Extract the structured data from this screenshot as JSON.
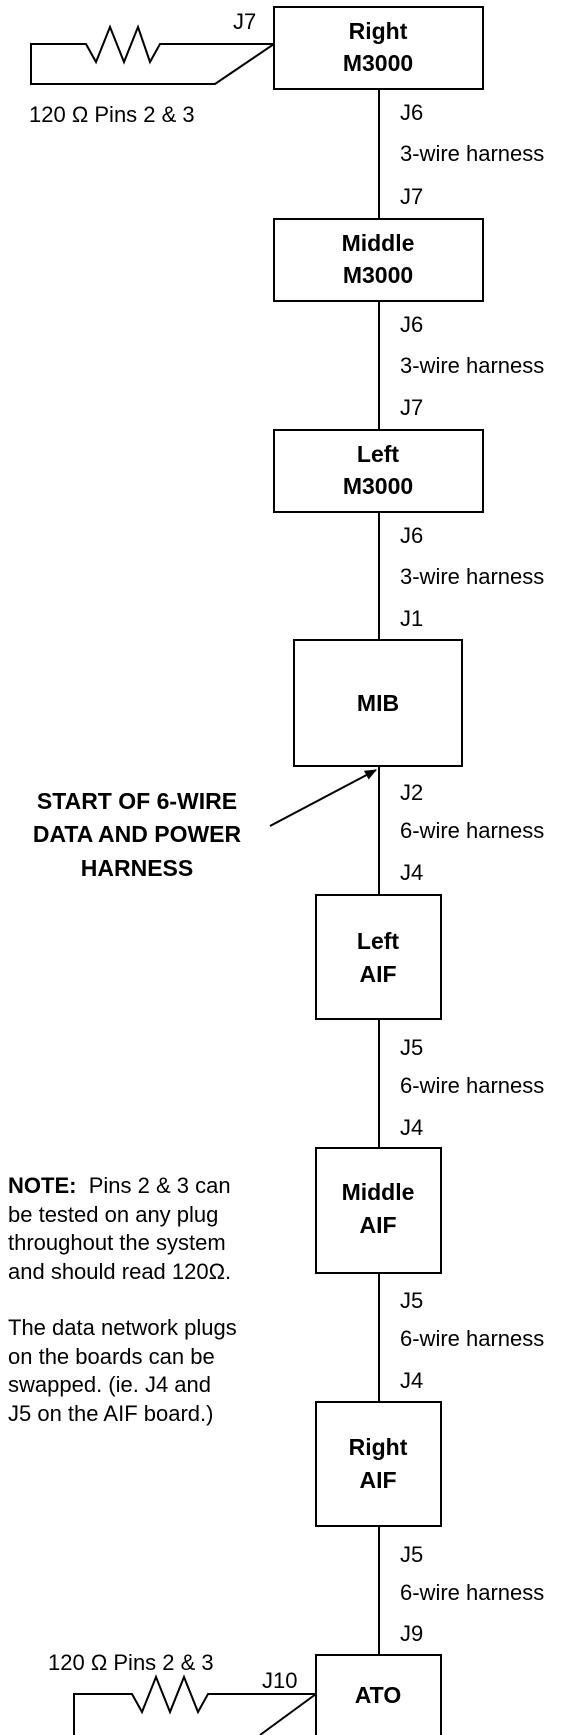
{
  "boxes": {
    "right_m3000": [
      "Right",
      "M3000"
    ],
    "middle_m3000": [
      "Middle",
      "M3000"
    ],
    "left_m3000": [
      "Left",
      "M3000"
    ],
    "mib": "MIB",
    "left_aif": [
      "Left",
      "AIF"
    ],
    "middle_aif": [
      "Middle",
      "AIF"
    ],
    "right_aif": [
      "Right",
      "AIF"
    ],
    "ato": "ATO"
  },
  "connectors": {
    "right_m3000_top": "J7",
    "right_m3000_bottom": "J6",
    "middle_m3000_top": "J7",
    "middle_m3000_bottom": "J6",
    "left_m3000_top": "J7",
    "left_m3000_bottom": "J6",
    "mib_top": "J1",
    "mib_bottom": "J2",
    "left_aif_top": "J4",
    "left_aif_bottom": "J5",
    "middle_aif_top": "J4",
    "middle_aif_bottom": "J5",
    "right_aif_top": "J4",
    "right_aif_bottom": "J5",
    "ato_top": "J9",
    "ato_side": "J10"
  },
  "harnesses": [
    "3-wire harness",
    "3-wire harness",
    "3-wire harness",
    "6-wire harness",
    "6-wire harness",
    "6-wire harness",
    "6-wire harness"
  ],
  "terminators": {
    "top": "120 Ω Pins 2 & 3",
    "bottom": "120 Ω Pins 2 & 3"
  },
  "callout": [
    "START OF 6-WIRE",
    "DATA AND POWER",
    "HARNESS"
  ],
  "note": {
    "heading": "NOTE:",
    "first_paragraph": [
      "Pins 2 & 3 can",
      "be tested on any plug",
      "throughout the system",
      "and should read 120Ω."
    ],
    "second_paragraph": [
      "The data network plugs",
      "on the boards can be",
      "swapped. (ie. J4 and",
      "J5 on the AIF board.)"
    ]
  }
}
